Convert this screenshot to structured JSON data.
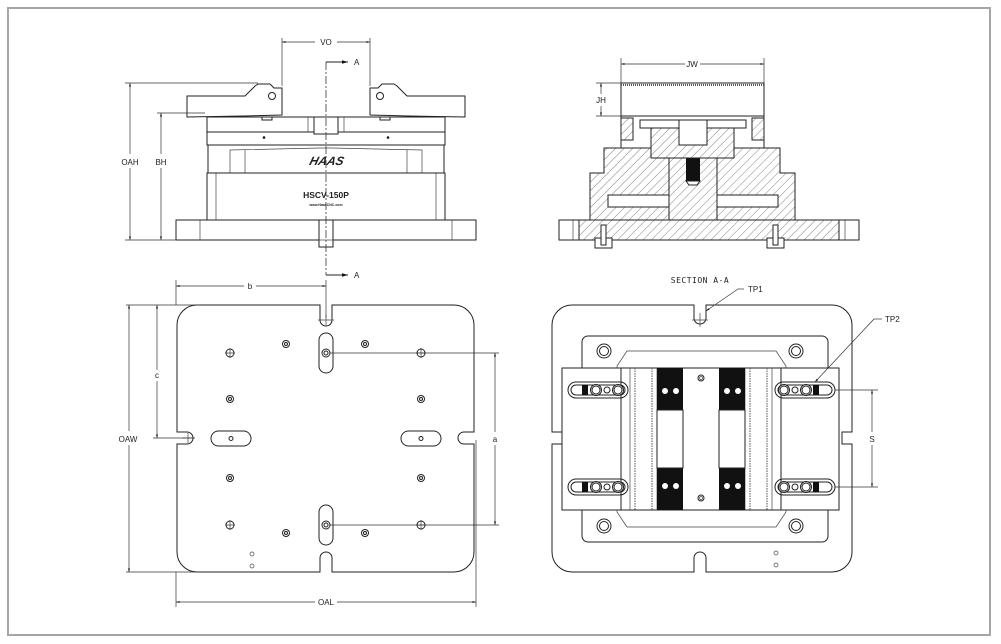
{
  "drawing": {
    "product": {
      "brand": "HAAS",
      "model": "HSCV-150P",
      "website": "www.HaasCNC.com"
    },
    "front_view": {
      "dimensions": {
        "vise_opening": "VO",
        "overall_height": "OAH",
        "base_height": "BH"
      },
      "section_markers": [
        "A",
        "A"
      ]
    },
    "section_view": {
      "dimensions": {
        "jaw_width": "JW",
        "jaw_height": "JH"
      }
    },
    "plan_view": {
      "dimensions": {
        "b": "b",
        "c": "c",
        "a": "a",
        "overall_width": "OAW",
        "overall_length": "OAL"
      }
    },
    "section_plan_view": {
      "title": "SECTION A-A",
      "callouts": {
        "tp1": "TP1",
        "tp2": "TP2",
        "s": "S"
      }
    }
  }
}
